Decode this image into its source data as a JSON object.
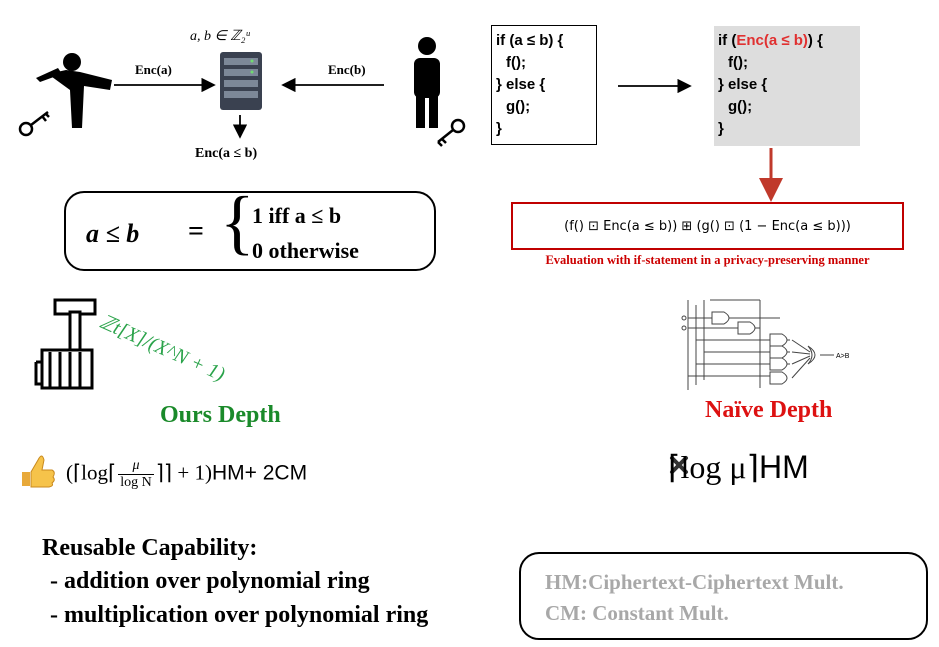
{
  "protocol": {
    "set_label": "a, b ∈ ℤ₂ᵘ",
    "enc_a": "Enc(a)",
    "enc_b": "Enc(b)",
    "enc_cmp": "Enc(a ≤ b)"
  },
  "comparison": {
    "lhs": "a ≤ b",
    "eq": "=",
    "case_true": "1  iff a ≤  b",
    "case_false": "0  otherwise"
  },
  "code_plain": {
    "line1": "if (a ≤ b) {",
    "line2": "f();",
    "line3": "} else {",
    "line4": "g();",
    "line5": "}"
  },
  "code_enc": {
    "if_kw": "if (",
    "cond": "Enc(a ≤ b)",
    "if_end": ") {",
    "line2": "f();",
    "line3": "} else {",
    "line4": "g();",
    "line5": "}"
  },
  "evaluation": {
    "formula": "(f() ⊡ Enc(a ≤ b)) ⊞ (g() ⊡ (1 − Enc(a ≤ b)))",
    "caption": "Evaluation with if-statement in a privacy-preserving manner"
  },
  "ours": {
    "ring": "ℤt[X]/(X^N + 1)",
    "title": "Ours Depth",
    "formula_prefix": "(⌈log⌈",
    "frac_num": "μ",
    "frac_den": "log N",
    "formula_suffix": "⌉⌉ + 1)",
    "hm": "HM",
    "plus_cm": "+ 2CM"
  },
  "naive": {
    "title": "Naïve Depth",
    "formula": "⌈log μ⌉",
    "hm": "HM",
    "circuit_label": "A>B"
  },
  "reusable": {
    "title": "Reusable Capability:",
    "item1": "-  addition over polynomial ring",
    "item2": "-  multiplication over polynomial ring"
  },
  "legend": {
    "hm": "HM:Ciphertext-Ciphertext Mult.",
    "cm": "CM: Constant Mult."
  },
  "icons": {
    "kicker": "person-kick-icon",
    "standing": "person-standing-icon",
    "server": "server-icon",
    "key": "key-icon",
    "hammer": "hammer-hand-icon",
    "circuit": "logic-circuit-icon",
    "thumbs_up": "thumbs-up-icon",
    "cross": "cross-icon"
  },
  "colors": {
    "red": "#e03030",
    "dark_red": "#cc0000",
    "green": "#1a8a2a",
    "ring_green": "#2aa34a",
    "gray_text": "#a8a8a8",
    "code_bg": "#dddddd"
  }
}
